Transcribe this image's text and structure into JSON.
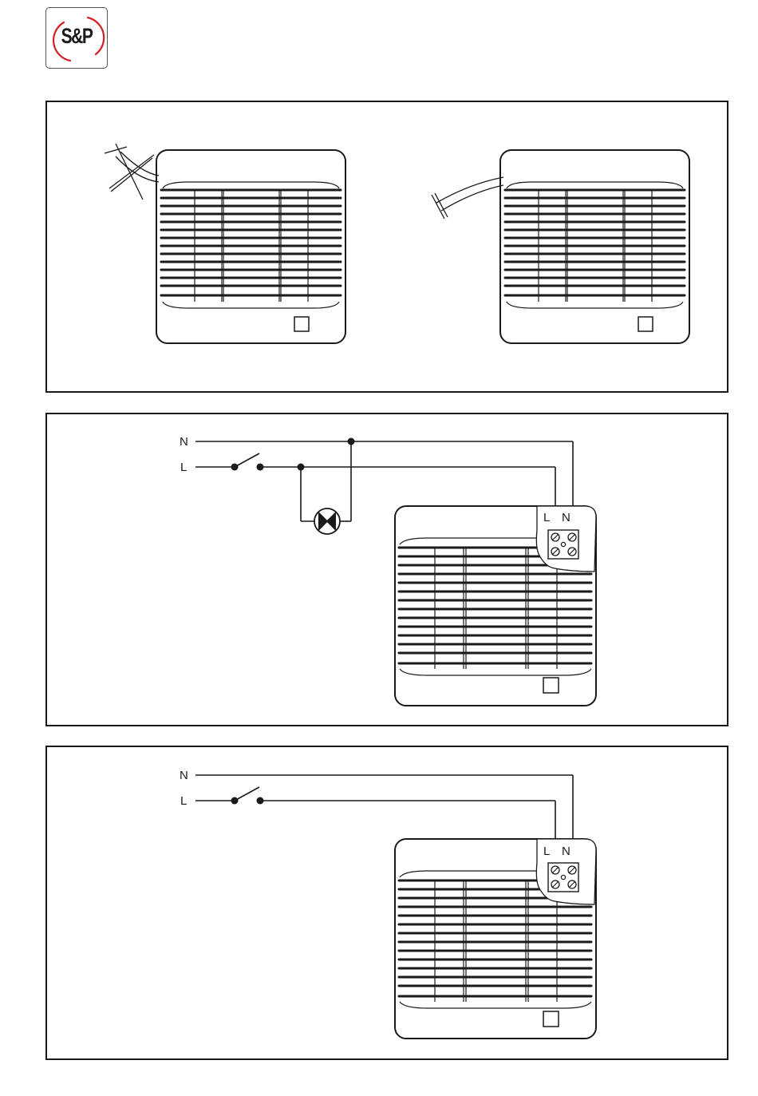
{
  "brand": {
    "logo_text": "S&P",
    "accent_color": "#d32027"
  },
  "wiring_labels": {
    "neutral": "N",
    "live": "L",
    "terminal_live": "L",
    "terminal_neutral": "N"
  },
  "line_color": "#1a1a1a"
}
